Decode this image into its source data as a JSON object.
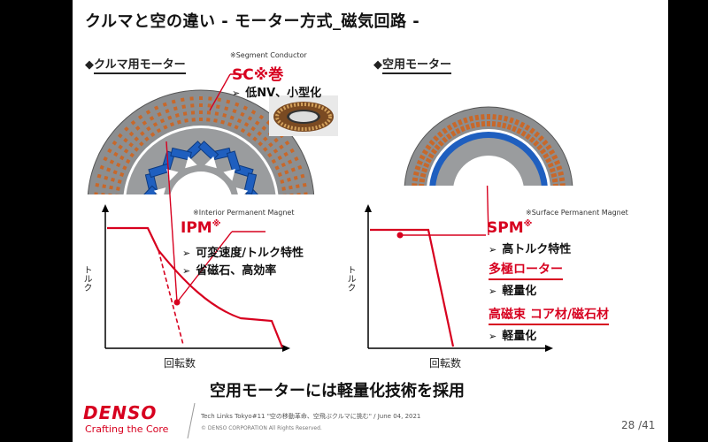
{
  "title": "クルマと空の違い - モーター方式_磁気回路 -",
  "left": {
    "heading": "クルマ用モーター",
    "sc_note": "※Segment Conductor",
    "sc_label": "SC※巻",
    "sc_bullet": "低NV、小型化",
    "ipm_note": "※Interior Permanent Magnet",
    "ipm_label": "IPM",
    "ipm_sup": "※",
    "bullets": [
      "可変速度/トルク特性",
      "省磁石、高効率"
    ],
    "y_label": "トルク",
    "x_label": "回転数"
  },
  "right": {
    "heading": "空用モーター",
    "spm_note": "※Surface Permanent Magnet",
    "spm_label": "SPM",
    "spm_sup": "※",
    "bullet1": "高トルク特性",
    "heading2": "多極ローター",
    "bullet2": "軽量化",
    "heading3": "高磁束 コア材/磁石材",
    "bullet3": "軽量化",
    "y_label": "トルク",
    "x_label": "回転数"
  },
  "conclusion": "空用モーターには軽量化技術を採用",
  "footer": {
    "logo": "DENSO",
    "tagline": "Crafting the Core",
    "event": "Tech Links Tokyo#11 \"空の移動革命、空飛ぶクルマに挑む\" / June 04, 2021",
    "copyright": "© DENSO CORPORATION All Rights Reserved.",
    "page": "28 /41"
  },
  "colors": {
    "accent": "#d7001f",
    "stator": "#8c8e90",
    "magnet_blue": "#1f5fbf",
    "winding": "#c8682a"
  }
}
